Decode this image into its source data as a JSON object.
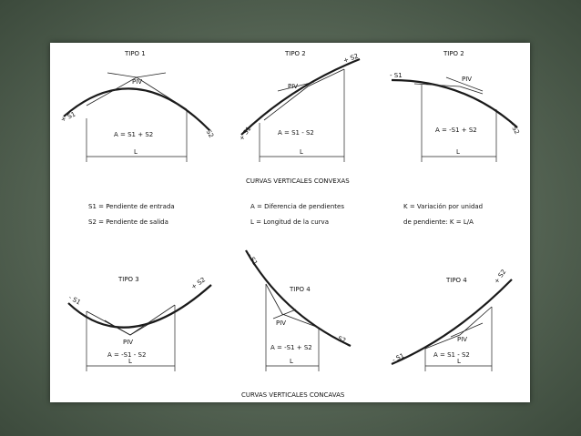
{
  "top": {
    "p1": {
      "title": "TIPO  1",
      "piv": "PIV",
      "left_slope": "+ S1",
      "right_slope": "- S2",
      "formula": "A = S1 + S2",
      "length": "L"
    },
    "p2": {
      "title": "TIPO  2",
      "piv": "PIV",
      "left_slope": "+ S1",
      "right_slope": "+ S2",
      "formula": "A = S1 - S2",
      "length": "L"
    },
    "p3": {
      "title": "TIPO  2",
      "piv": "PIV",
      "left_slope": "- S1",
      "right_slope": "- S2",
      "formula": "A = -S1 + S2",
      "length": "L"
    },
    "caption": "CURVAS VERTICALES CONVEXAS"
  },
  "legend": {
    "s1": "S1 = Pendiente de entrada",
    "s2": "S2 = Pendiente de salida",
    "a": "A = Diferencia de pendientes",
    "l": "L = Longitud de la curva",
    "k1": "K = Variación por unidad",
    "k2": "de pendiente:  K = L/A"
  },
  "bottom": {
    "p1": {
      "title": "TIPO  3",
      "piv": "PIV",
      "left_slope": "- S1",
      "right_slope": "+ S2",
      "formula": "A = -S1 - S2",
      "length": "L"
    },
    "p2": {
      "title": "TIPO  4",
      "piv": "PIV",
      "left_slope": "- S1",
      "right_slope": "- S2",
      "formula": "A = -S1 + S2",
      "length": "L"
    },
    "p3": {
      "title": "TIPO  4",
      "piv": "PIV",
      "left_slope": "- S1",
      "right_slope": "+ S2",
      "formula": "A = S1 - S2",
      "length": "L"
    },
    "caption": "CURVAS VERTICALES CONCAVAS"
  }
}
